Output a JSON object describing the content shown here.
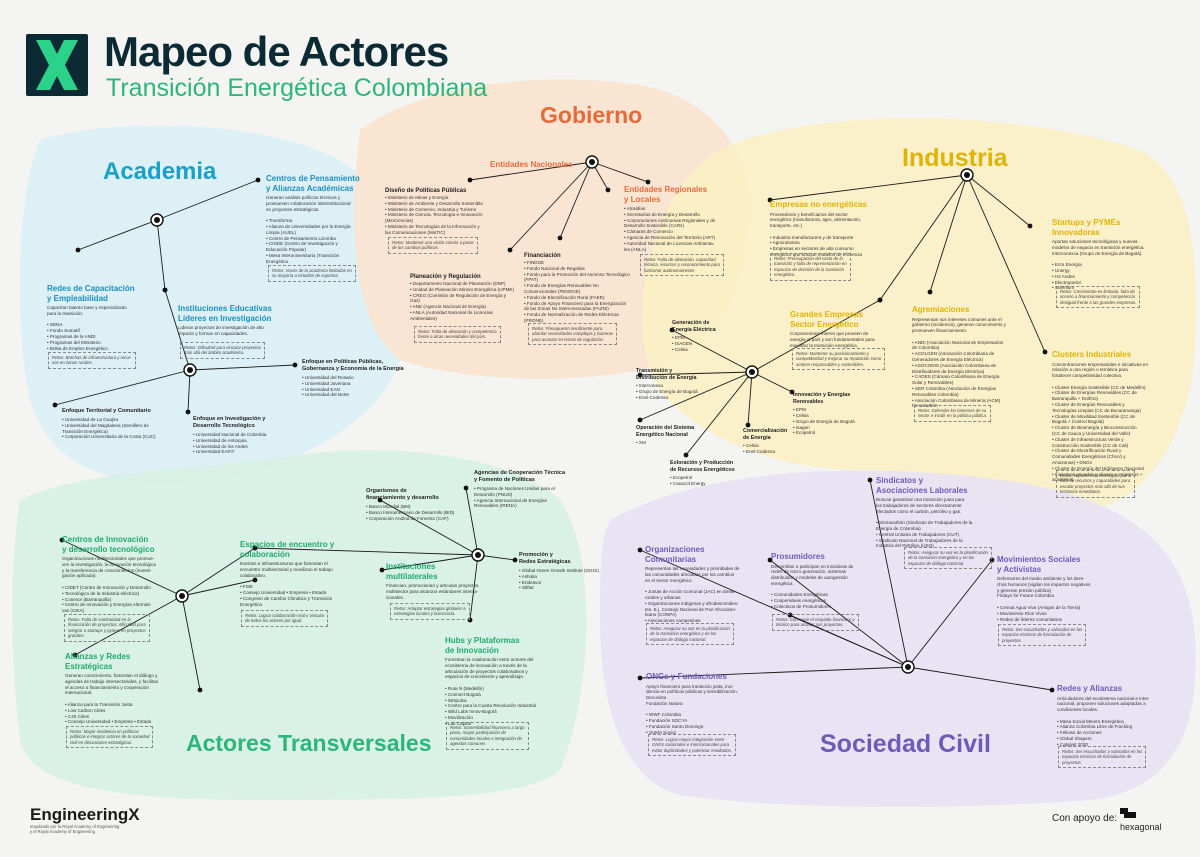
{
  "header": {
    "title": "Mapeo de Actores",
    "subtitle": "Transición Energética Colombiana"
  },
  "sectors": {
    "gobierno": "Gobierno",
    "industria": "Industria",
    "academia": "Academia",
    "transversales": "Actores Transversales",
    "civil": "Sociedad Civil"
  },
  "colors": {
    "gobierno": "#e86a3a",
    "industria": "#e0b300",
    "academia": "#1aa0c8",
    "transversales": "#2db57a",
    "civil": "#6d5bb8",
    "dark": "#0b2a33"
  },
  "gobierno": {
    "entidades_nacionales": "Entidades Nacionales",
    "diseno": {
      "title": "Diseño de Políticas Públicas",
      "lines": [
        "• Ministerio de Minas y Energía",
        "• Ministerio de Ambiente y Desarrollo Sostenible",
        "• Ministerio de Comercio, Industria y Turismo",
        "• Ministerio de Ciencia, Tecnología e Innovación",
        "  (MinCiencias)",
        "• Ministerio de Tecnologías de la Información y",
        "  las Comunicaciones (MinTIC)"
      ],
      "reto": [
        "Retos: Mantener una visión común a pesar",
        "de los cambios políticos."
      ]
    },
    "regionales": {
      "title1": "Entidades Regionales",
      "title2": "y Locales",
      "lines": [
        "• Alcaldías",
        "• Secretarías de Energía y Desarrollo",
        "• Corporaciones Autónomas Regionales y de",
        "  Desarrollo Sostenible (CARs)",
        "• Cámaras de Comercio",
        "• Agencia de Renovación del Territorio (ART)",
        "• Autoridad Nacional de Licencias Ambienta-",
        "  les (ANLA)"
      ],
      "reto": [
        "Retos: Falta de alineación, capacidad",
        "técnica, recursos y reconocimiento para",
        "funcionar autónomamente."
      ]
    },
    "financiacion": {
      "title": "Financiación",
      "lines": [
        "• FINDGE",
        "• Fondo Nacional de Regalías",
        "• Fondo para la Promoción del Ascenso Tecnológico",
        "  (FPAT)",
        "• Fondo de Energías Renovables No",
        "  Convencionales (FENOGE)",
        "• Fondo de Electrificación Rural (FAER)",
        "• Fondo de Apoyo Financiero para la Energización",
        "  de las Zonas No Interconectadas (FAZNI)",
        "• Fondo de Normalización de Redes Eléctricas",
        "  (PRONE)"
      ],
      "reto": [
        "Retos: Presupuesto insuficiente para",
        "abordar necesidades complejas y barreras",
        "para avanzar en temas de regulación."
      ]
    },
    "planeacion": {
      "title": "Planeación y Regulación",
      "lines": [
        "• Departamento Nacional de Planeación (DNP)",
        "• Unidad de Planeación Minero Energética (UPME)",
        "• CREG (Comisión de Regulación de Energía y",
        "  Gas)",
        "• ANE (Agencia Nacional de Energía)",
        "• ANLA (Autoridad Nacional de Licencias",
        "  Ambientales)"
      ],
      "reto": [
        "Retos: Falta de alineación y competencia",
        "frente a otras necesidades del país."
      ]
    }
  },
  "industria": {
    "no_energeticas": {
      "title": "Empresas no energéticas",
      "lines": [
        "Proveedores y beneficiarios del sector",
        "energético (manufactura, agro, alimentación,",
        "transporte, etc.)",
        "",
        "• Industria manufacturera y de transporte",
        "• Agroindustria",
        "• Empresas en sectores de alta consumo",
        "  energético que buscan modelos de eficiencia"
      ],
      "reto": [
        "Retos: Preocupación del costo de la",
        "transición y falta de representación en",
        "espacios de decisión de la transición",
        "energética."
      ]
    },
    "startups": {
      "title1": "Startups y PYMEs",
      "title2": "Innovadoras",
      "lines": [
        "Aportan soluciones tecnológicas y nuevos",
        "modelos de negocio en transición energética.",
        "Interconexca (Grupo de Energía de Bogotá)",
        "",
        "• Erco Energía",
        "• Unergy",
        "• H2 Andes",
        "• Electroportor",
        "• Solenium"
      ],
      "reto": [
        "Retos: Crecimiento es limitado, falta de",
        "acceso a financiamiento y competencia",
        "desigual frente a las grandes empresas."
      ]
    },
    "grandes": {
      "title1": "Grandes Empresas",
      "title2": "Sector Energético",
      "lines": [
        "Corporaciones líderes que proveen de",
        "energía al país y son fundamentales para",
        "movilizar la transición energética."
      ],
      "reto": [
        "Retos: Mantener su posicionamiento y",
        "competitividad y mejorar su reputación como",
        "actores responsables y sostenibles."
      ]
    },
    "agremiaciones": {
      "title": "Agremiaciones",
      "lines": [
        "Representan sus intereses comunes ante el",
        "gobierno (incidencia), generan conocimiento y",
        "promueven financiamiento.",
        "",
        "• ANDI (Asociación Nacional de Empresarios",
        "  de Colombia)",
        "• ACOLGEN (Asociación Colombiana de",
        "  Generadores de Energía Eléctrica)",
        "• ASOCODIS (Asociación Colombiana de",
        "  Distribuidores de Energía Eléctrica)",
        "• CADES (Cámara Colombiana de Energía",
        "  Solar y Renovables)",
        "• SER Colombia (Asociación de Energías",
        "  Renovables Colombia)",
        "• Asociación Colombiana de Minería (ACM)",
        "  Fenalcarbón"
      ],
      "reto": [
        "Retos: Defender los intereses de su",
        "sector e incidir en la política pública."
      ]
    },
    "clusters": {
      "title": "Clusters Industriales",
      "lines": [
        "Concentraciones empresariales e iniciativas en",
        "relación a una región o temática para",
        "fortalecer competitividad colectiva.",
        "",
        "• Cluster Energía Sostenible (CC de Medellín)",
        "• Clúster de Energías Renovables (CC de",
        "  Barranquilla + Dorfino)",
        "• Cluster de Energías Renovables y",
        "  Tecnologías Limpias (CC de Bucaramanga)",
        "• Cluster de Movilidad Sostenible (CC de",
        "  Bogotá + Control Bogotá)",
        "• Cluster de Bioenergía y Bioconstrucción",
        "  (CC de Cauca y Universidad del Valle)",
        "• Cluster de Infraestructura Verde y",
        "  Construcción Sostenible (CC de Cali)",
        "• Cluster de Electrificación Rural y",
        "  Comunidades Energéticas (Chocó y",
        "  Amazonas) • DNGs",
        "• Cluster de Energía del Hidrógeno (Nacional",
        "  • Iniciativas privadas y alianza + empresas +",
        "  academia)"
      ],
      "reto": [
        "Retos: Impacto está restringido por la",
        "falta de recursos y capacidades para",
        "escalar proyectos más allá de sus",
        "territorios inmediatos."
      ]
    },
    "gen": {
      "title": [
        "Generación de",
        "Energía Eléctrica"
      ],
      "lines": [
        "• EPM",
        "• ISAGEN",
        "• Celsia"
      ]
    },
    "trans": {
      "title": [
        "Transmisión y",
        "Distribución de Energía"
      ],
      "lines": [
        "• Interconexa",
        "• Grupo de Energía de Bogotá",
        "• Enel-Codensa"
      ]
    },
    "sin": {
      "title": [
        "Operación del Sistema",
        "Energético Nacional"
      ],
      "lines": [
        "• XM"
      ]
    },
    "explor": {
      "title": [
        "Exloración y Producción",
        "de Recursos Energéticos"
      ],
      "lines": [
        "• Ecopetrol",
        "• Canacol Energy"
      ]
    },
    "comer": {
      "title": [
        "Comercialización",
        "de Energía"
      ],
      "lines": [
        "• Celsia",
        "• Enel-Codensa"
      ]
    },
    "innov": {
      "title": [
        "Innovación y Energías",
        "Renovables"
      ],
      "lines": [
        "• EPM",
        "• Celsia",
        "• Grupo de Energía de Bogotá",
        "• Isagen",
        "• Ecopetrol"
      ]
    }
  },
  "academia": {
    "centros": {
      "title1": "Centros de Pensamiento",
      "title2": "y Alianzas Académicas",
      "lines": [
        "Generan análisis políticos técnicos y",
        "promueven colaboración interinstitucional",
        "en proyectos estratégicos.",
        "",
        "• Transforma",
        "• Alianza de Universidades por la Energía",
        "  Limpia (AUEL)",
        "• Centro de Pensamiento Lizomba",
        "• CINDE (Centro de Investigación y",
        "  Educación Popular)",
        "• Mesa Interuniversitaria (Transición",
        "  Energética"
      ],
      "reto": [
        "Retos: Voces de la academia limitadas en",
        "su mayoría a estudios de expertos."
      ]
    },
    "redes": {
      "title1": "Redes de Capacitación",
      "title2": "y Empleabilidad",
      "lines": [
        "Capacitan talento base y especializado",
        "para la transición.",
        "",
        "• SENA",
        "• Fondo Sumatif",
        "• Programas de la ANDI",
        "• Programas del Ministerio",
        "• Bolsa de Empleo Energético"
      ],
      "reto": [
        "Retos: Brechas de infraestructura y recur-",
        "sos en zonas rurales."
      ]
    },
    "instituciones": {
      "title1": "Instituciones Educativas",
      "title2": "Líderes en Investigación",
      "lines": [
        "Lideran proyectos de investigación de alto",
        "impacto y forman en capacidades."
      ],
      "reto": [
        "Retos: Dificultad para vincular proyectos",
        "más allá del ámbito académico."
      ]
    },
    "politicas": {
      "title1": "Enfoque en Políticas Públicas,",
      "title2": "Gobernanza y Economía de la Energía",
      "lines": [
        "• Universidad del Rosario",
        "• Universidad Javeriana",
        "• Universidad EAN",
        "• Universidad del Norte"
      ]
    },
    "territorial": {
      "title": "Enfoque Territorial y Comunitario",
      "lines": [
        "• Universidad de La Guajira",
        "• Universidad del Magdalena (Semillero de",
        "  Transición Energética)",
        "• Corporación Universitaria de la Costa (CUC)"
      ]
    },
    "investigacion": {
      "title1": "Enfoque en Investigación y",
      "title2": "Desarrollo Tecnológico",
      "lines": [
        "• Universidad Nacional de Colombia",
        "• Universidad de Antioquia",
        "• Universidad de los Andes",
        "• Universidad EAFIT"
      ]
    }
  },
  "transversales": {
    "organismos": {
      "title1": "Organismos de",
      "title2": "financiamiento y desarrollo",
      "lines": [
        "• Banco Mundial (BM)",
        "• Banco Interamericano de Desarrollo (BID)",
        "• Corporación Andina de Fomento (CAF)"
      ]
    },
    "agencias": {
      "title1": "Agencias de Cooperación Técnica",
      "title2": "y Fomento de Políticas",
      "lines": [
        "• Programa de Naciones Unidas para el",
        "  Desarrollo (PNUD)",
        "• Agencia Internacional de Energías",
        "  Renovables (IRENA)"
      ]
    },
    "promocion": {
      "title1": "Promoción y",
      "title2": "Redes Estratégicas",
      "lines": [
        "• Global Green Growth Institute (GGGI)",
        "• Ashoka",
        "• Endeavor",
        "• Stiftar"
      ]
    },
    "multilaterales": {
      "title1": "Instituciones",
      "title2": "multilaterales",
      "lines": [
        "Financian, promocionan y articulan proyectos",
        "multisector para alcanzar estándares interna-",
        "cionales."
      ],
      "reto": [
        "Retos: Adaptar estrategias globales a",
        "estrategias locales y burocracia."
      ]
    },
    "innovacion": {
      "title1": "Centros de Innovación",
      "title2": "y desarrollo tecnológico",
      "lines": [
        "Organizaciones multisectoriales que promue-",
        "ven la investigación, la innovación tecnológica",
        "y la transferencia de conocimientos (investi-",
        "gación aplicada).",
        "",
        "• CIDET (Centro de Innovación y Desarrollo",
        "• Tecnológico de la Industria eléctrica)",
        "• Conexor (Barranquilla)",
        "• Centro de Innovación y Energías Alternati-",
        "  vas (CIEA)"
      ],
      "reto": [
        "Retos: Falta de continuidad en la",
        "financiación de proyectos, dificultad para",
        "integrar a startups y pymes en proyectos",
        "grandes."
      ]
    },
    "espacios": {
      "title1": "Espacios de encuentro y",
      "title2": "colaboración",
      "lines": [
        "Eventos e infraestructuras que fomentan el",
        "encuentro multisectorial y movilizan el trabajo",
        "colaborativo.",
        "",
        "• FISE",
        "• Consejo Universidad • Empresa • Estado",
        "• Congreso de Cambio Climático y Transición",
        "  Energética"
      ],
      "reto": [
        "Retos: Lograr colaboración real y vincular",
        "de todos los actores por igual."
      ]
    },
    "alianzas": {
      "title1": "Alianzas y Redes",
      "title2": "Estratégicas",
      "lines": [
        "Generan conocimiento, fomentan el diálogo y",
        "agendas de trabajo intersectoriales, y facilitan",
        "el acceso a financiamiento y cooperación",
        "internacional.",
        "",
        "• Alianza para la Transición Justa",
        "• Low Carbon Cities",
        "• C40 Cities",
        "• Consejo Universidad • Empresa • Estado"
      ],
      "reto": [
        "Retos: Mayor incidencia en políticas",
        "públicas e integrar actores de la sociedad",
        "civil en discusiones estratégicas."
      ]
    },
    "hubs": {
      "title1": "Hubs y Plataformas",
      "title2": "de Innovación",
      "lines": [
        "Fomentan la colaboración entre actores del",
        "ecosistema de innovación a través de la",
        "articulación de proyectos colaborativos y",
        "espacios de crecimiento y aprendizaje.",
        "",
        "• Ruta N (Medellín)",
        "• Connect Bogotá",
        "• iNNpulsa",
        "• Centro para la Cuarta Revolución Industrial",
        "• Wild Labs Innov-Bogotá",
        "• Movilización",
        "• Lab Capital"
      ],
      "reto": [
        "Retos: Sostenibilidad financiera a largo",
        "plazo, mayor participación de",
        "comunidades locales e integración de",
        "agendas comunes."
      ]
    }
  },
  "civil": {
    "sindicatos": {
      "title1": "Sindicatos y",
      "title2": "Asociaciones Laborales",
      "lines": [
        "Buscan garantizar una transición justa para",
        "los trabajadores de sectores directamente",
        "afectados como el carbón, petróleo y gas.",
        "",
        "• Sintracarbón (Sindicato de Trabajadores de la",
        "  Energía de Colombia)",
        "• Central Unitaria de Trabajadores (CUT)",
        "• Sindicato Nacional de Trabajadores de la",
        "  Industria del Petróleo (USO)"
      ],
      "reto": [
        "Retos: Asegurar su voz en la planificación",
        "de la transición energética y en los",
        "espacios de diálogo nacional."
      ]
    },
    "comunitarias": {
      "title1": "Organizaciones",
      "title2": "Comunitarias",
      "lines": [
        "Representan las necesidades y prioridades de",
        "las comunidades afectadas por los cambios",
        "en el sector energético.",
        "",
        "• Juntas de Acción Comunal (JAC) en áreas",
        "  rurales y urbanas",
        "• Organizaciones indígenas y afrodescendien-",
        "  tes. E.j. Consejo Nacional de Paz Afrocolom-",
        "  biano (CONPA)",
        "• Asociaciones campesinas"
      ],
      "reto": [
        "Retos: Asegurar su voz en la planificación",
        "de la transición energética y en los",
        "espacios de diálogo nacional."
      ]
    },
    "prosumidores": {
      "title": "Prosumidores",
      "lines": [
        "Desarrollan o participan en iniciativas de",
        "redes de micro generación, sistemas",
        "distribuidos y modelos de autogestión",
        "energética.",
        "",
        "• Comunidades Energéticas",
        "• Cooperativas energéticas",
        "• Colectivos de Prosumidores"
      ],
      "reto": [
        "Retos: Conseguir el respaldo financiero y",
        "técnico para ampliar sus proyectos."
      ]
    },
    "movimientos": {
      "title1": "Movimientos Sociales",
      "title2": "y Activistas",
      "lines": [
        "Defensores del medio ambiente y los dere-",
        "chos humanos (vigilan los impactos negativos",
        "y generan presión pública)",
        "Fridays for Future Colombia",
        "",
        "• Censat Agua Viva (Amigos de la Tierra)",
        "• Movimiento Ríos Vivos",
        "• Redes de líderes comunitarios"
      ],
      "reto": [
        "Retos: Ser escuchados y valorados en los",
        "espacios técnicos de formulación de",
        "proyectos."
      ]
    },
    "ongs": {
      "title": "ONGs y Fundaciones",
      "lines": [
        "Apoyo financiero para transición justa, inci-",
        "dencia en políticas públicas y sensibilización.",
        "Decuvista",
        "Fundación Natura",
        "",
        "• WWF Colombia",
        "• Fundación SOCYA",
        "• Fundación Santo Domingo",
        "• SUMA Social"
      ],
      "reto": [
        "Retos: Lograr mayor integración entre",
        "ONGs nacionales e internacionales para",
        "evitar duplicidades y potenciar resultados."
      ]
    },
    "redes": {
      "title": "Redes y Alianzas",
      "lines": [
        "Articuladores del ecosistema nacional e inter-",
        "nacional, proponen soluciones adaptadas a",
        "condiciones locales.",
        "",
        "• Mesa Social Minero-Energética",
        "• Alianza Colombia Libre de Fracking",
        "• Fellows de Acciones",
        "• Global Shapers",
        "• Catalyst 2030"
      ],
      "reto": [
        "Retos: Ser escuchados y valorados en los",
        "espacios técnicos de formulación de",
        "proyectos."
      ]
    }
  },
  "footer": {
    "brand": "EngineeringX",
    "brand_sub": [
      "Impulsado por la Royal Academy of Engineering",
      "y el Royal Academy of Engineering"
    ],
    "apoyo": "Con apoyo de:",
    "partner": "hexagonal"
  }
}
